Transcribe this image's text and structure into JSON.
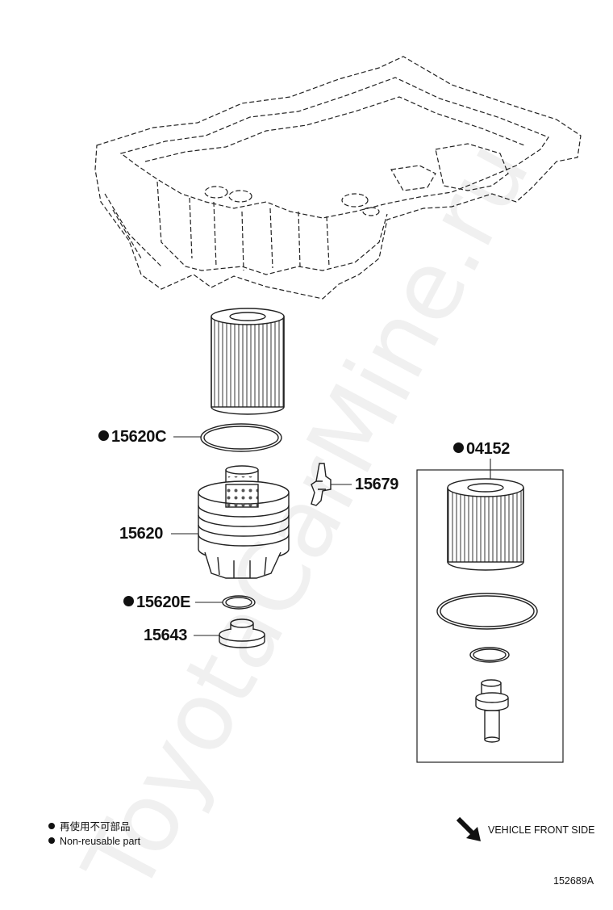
{
  "parts": {
    "p15620c": "15620C",
    "p15679": "15679",
    "p04152": "04152",
    "p15620": "15620",
    "p15620e": "15620E",
    "p15643": "15643"
  },
  "legend": {
    "reuse_zh": "再使用不可部品",
    "reuse_en": "Non-reusable part"
  },
  "direction_label": "VEHICLE FRONT SIDE",
  "figure_id": "152689A",
  "watermark": "ToyotaCarMine.ru",
  "colors": {
    "ink": "#111111",
    "watermark": "#e6e6e6"
  }
}
